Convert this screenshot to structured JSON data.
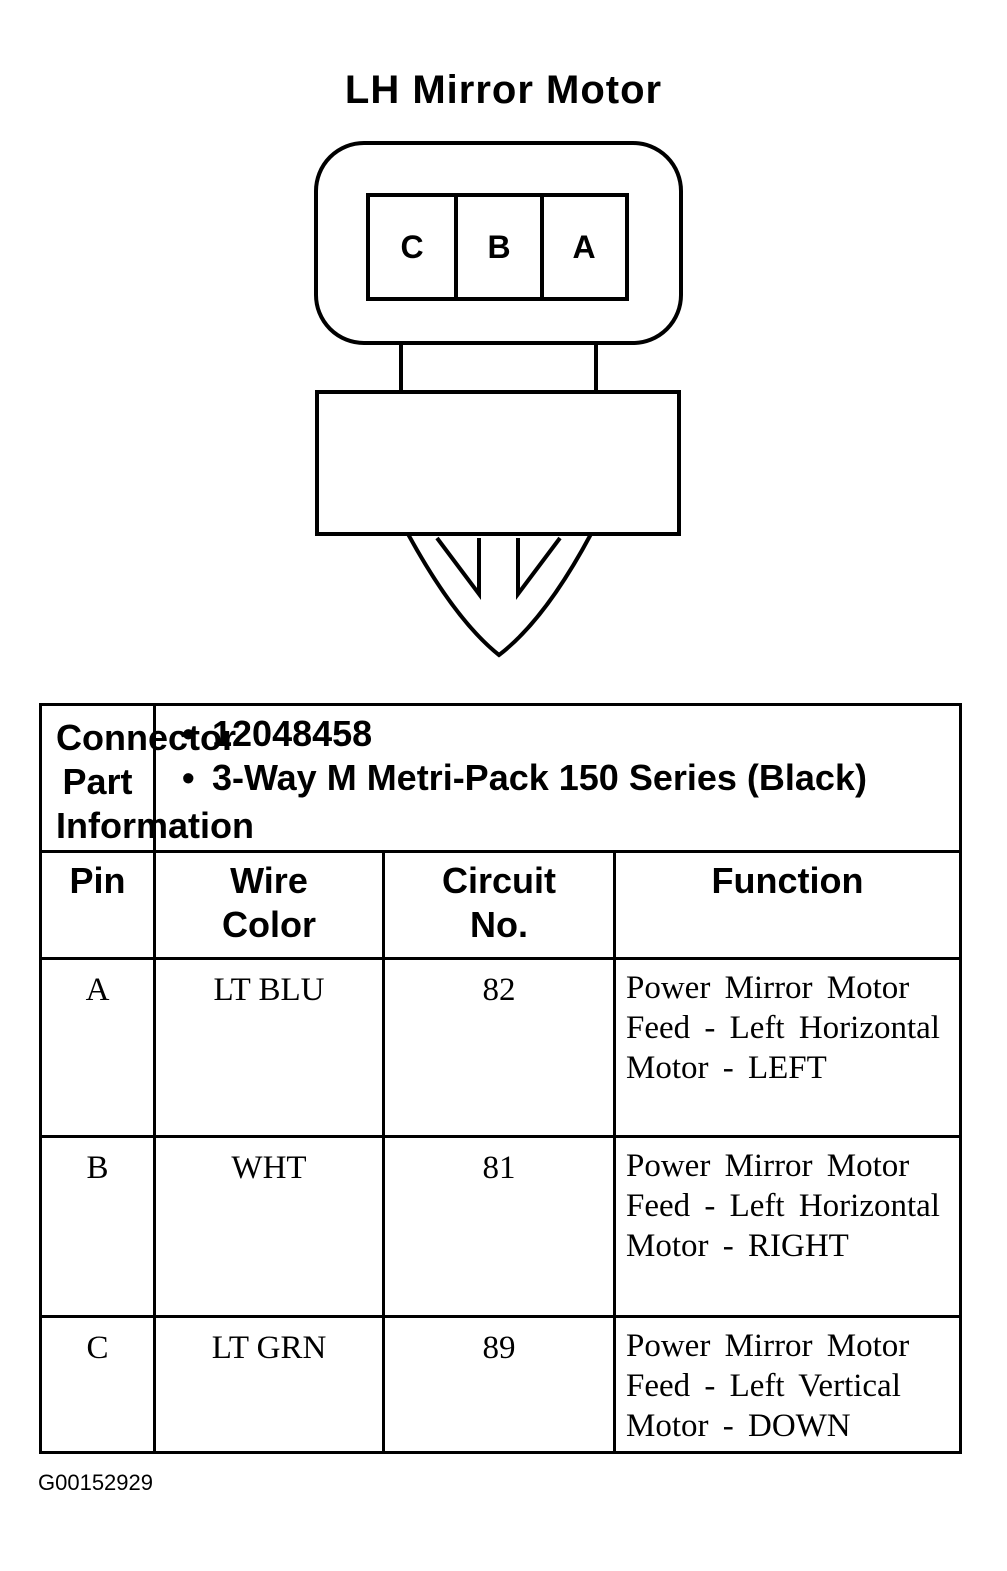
{
  "diagram": {
    "title": "LH Mirror Motor",
    "connector_cavities": [
      "C",
      "B",
      "A"
    ]
  },
  "table": {
    "info_label": "Connector Part Information",
    "part_info": [
      "12048458",
      "3-Way M Metri-Pack 150 Series (Black)"
    ],
    "headers": {
      "pin": "Pin",
      "wire_color": "Wire Color",
      "circuit": "Circuit No.",
      "function": "Function"
    },
    "rows": [
      {
        "pin": "A",
        "wire_color": "LT BLU",
        "circuit": "82",
        "function": "Power Mirror Motor Feed - Left Horizontal Motor - LEFT"
      },
      {
        "pin": "B",
        "wire_color": "WHT",
        "circuit": "81",
        "function": "Power Mirror Motor Feed - Left Horizontal Motor - RIGHT"
      },
      {
        "pin": "C",
        "wire_color": "LT GRN",
        "circuit": "89",
        "function": "Power Mirror Motor Feed - Left Vertical Motor - DOWN"
      }
    ]
  },
  "footer": {
    "figure_id": "G00152929"
  }
}
